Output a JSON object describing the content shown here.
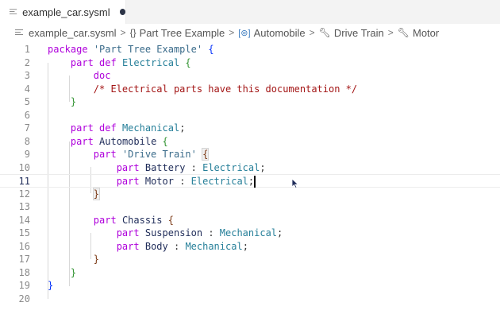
{
  "tab": {
    "label": "example_car.sysml",
    "icon": "lines-icon",
    "dirty": true
  },
  "breadcrumb": {
    "items": [
      {
        "icon": "lines-icon",
        "label": "example_car.sysml"
      },
      {
        "icon": "braces-icon",
        "label": "Part Tree Example"
      },
      {
        "icon": "bracket-variable-icon",
        "label": "Automobile"
      },
      {
        "icon": "wrench-icon",
        "label": "Drive Train"
      },
      {
        "icon": "wrench-icon",
        "label": "Motor"
      }
    ]
  },
  "editor": {
    "current_line": 11,
    "lines": [
      {
        "n": "1",
        "tokens": [
          [
            "kw",
            "package"
          ],
          [
            "punc",
            " "
          ],
          [
            "str",
            "'Part Tree Example'"
          ],
          [
            "punc",
            " "
          ],
          [
            "brace1",
            "{"
          ]
        ]
      },
      {
        "n": "2",
        "tokens": [
          [
            "punc",
            "    "
          ],
          [
            "kw",
            "part def"
          ],
          [
            "punc",
            " "
          ],
          [
            "type",
            "Electrical"
          ],
          [
            "punc",
            " "
          ],
          [
            "brace2",
            "{"
          ]
        ]
      },
      {
        "n": "3",
        "tokens": [
          [
            "punc",
            "        "
          ],
          [
            "kw",
            "doc"
          ]
        ]
      },
      {
        "n": "4",
        "tokens": [
          [
            "punc",
            "        "
          ],
          [
            "comment",
            "/* Electrical parts have this documentation */"
          ]
        ]
      },
      {
        "n": "5",
        "tokens": [
          [
            "punc",
            "    "
          ],
          [
            "brace2",
            "}"
          ]
        ]
      },
      {
        "n": "6",
        "tokens": []
      },
      {
        "n": "7",
        "tokens": [
          [
            "punc",
            "    "
          ],
          [
            "kw",
            "part def"
          ],
          [
            "punc",
            " "
          ],
          [
            "type",
            "Mechanical"
          ],
          [
            "punc",
            ";"
          ]
        ]
      },
      {
        "n": "8",
        "tokens": [
          [
            "punc",
            "    "
          ],
          [
            "kw",
            "part"
          ],
          [
            "punc",
            " "
          ],
          [
            "name",
            "Automobile"
          ],
          [
            "punc",
            " "
          ],
          [
            "brace2",
            "{"
          ]
        ]
      },
      {
        "n": "9",
        "tokens": [
          [
            "punc",
            "        "
          ],
          [
            "kw",
            "part"
          ],
          [
            "punc",
            " "
          ],
          [
            "str",
            "'Drive Train'"
          ],
          [
            "punc",
            " "
          ],
          [
            "brace3 bm",
            "{"
          ]
        ]
      },
      {
        "n": "10",
        "tokens": [
          [
            "punc",
            "            "
          ],
          [
            "kw",
            "part"
          ],
          [
            "punc",
            " "
          ],
          [
            "name",
            "Battery"
          ],
          [
            "punc",
            " : "
          ],
          [
            "type",
            "Electrical"
          ],
          [
            "punc",
            ";"
          ]
        ]
      },
      {
        "n": "11",
        "tokens": [
          [
            "punc",
            "            "
          ],
          [
            "kw",
            "part"
          ],
          [
            "punc",
            " "
          ],
          [
            "name",
            "Motor"
          ],
          [
            "punc",
            " : "
          ],
          [
            "type",
            "Electrical"
          ],
          [
            "punc",
            ";"
          ],
          [
            "cursor",
            ""
          ]
        ]
      },
      {
        "n": "12",
        "tokens": [
          [
            "punc",
            "        "
          ],
          [
            "brace3 bm",
            "}"
          ]
        ]
      },
      {
        "n": "13",
        "tokens": []
      },
      {
        "n": "14",
        "tokens": [
          [
            "punc",
            "        "
          ],
          [
            "kw",
            "part"
          ],
          [
            "punc",
            " "
          ],
          [
            "name",
            "Chassis"
          ],
          [
            "punc",
            " "
          ],
          [
            "brace3",
            "{"
          ]
        ]
      },
      {
        "n": "15",
        "tokens": [
          [
            "punc",
            "            "
          ],
          [
            "kw",
            "part"
          ],
          [
            "punc",
            " "
          ],
          [
            "name",
            "Suspension"
          ],
          [
            "punc",
            " : "
          ],
          [
            "type",
            "Mechanical"
          ],
          [
            "punc",
            ";"
          ]
        ]
      },
      {
        "n": "16",
        "tokens": [
          [
            "punc",
            "            "
          ],
          [
            "kw",
            "part"
          ],
          [
            "punc",
            " "
          ],
          [
            "name",
            "Body"
          ],
          [
            "punc",
            " : "
          ],
          [
            "type",
            "Mechanical"
          ],
          [
            "punc",
            ";"
          ]
        ]
      },
      {
        "n": "17",
        "tokens": [
          [
            "punc",
            "        "
          ],
          [
            "brace3",
            "}"
          ]
        ]
      },
      {
        "n": "18",
        "tokens": [
          [
            "punc",
            "    "
          ],
          [
            "brace2",
            "}"
          ]
        ]
      },
      {
        "n": "19",
        "tokens": [
          [
            "brace1",
            "}"
          ]
        ]
      },
      {
        "n": "20",
        "tokens": []
      }
    ]
  },
  "colors": {
    "keyword": "#af00db",
    "string": "#3a6b8a",
    "type": "#267f99",
    "name": "#1f2c59",
    "comment": "#a31515",
    "dirty_dot": "#2c3446"
  }
}
